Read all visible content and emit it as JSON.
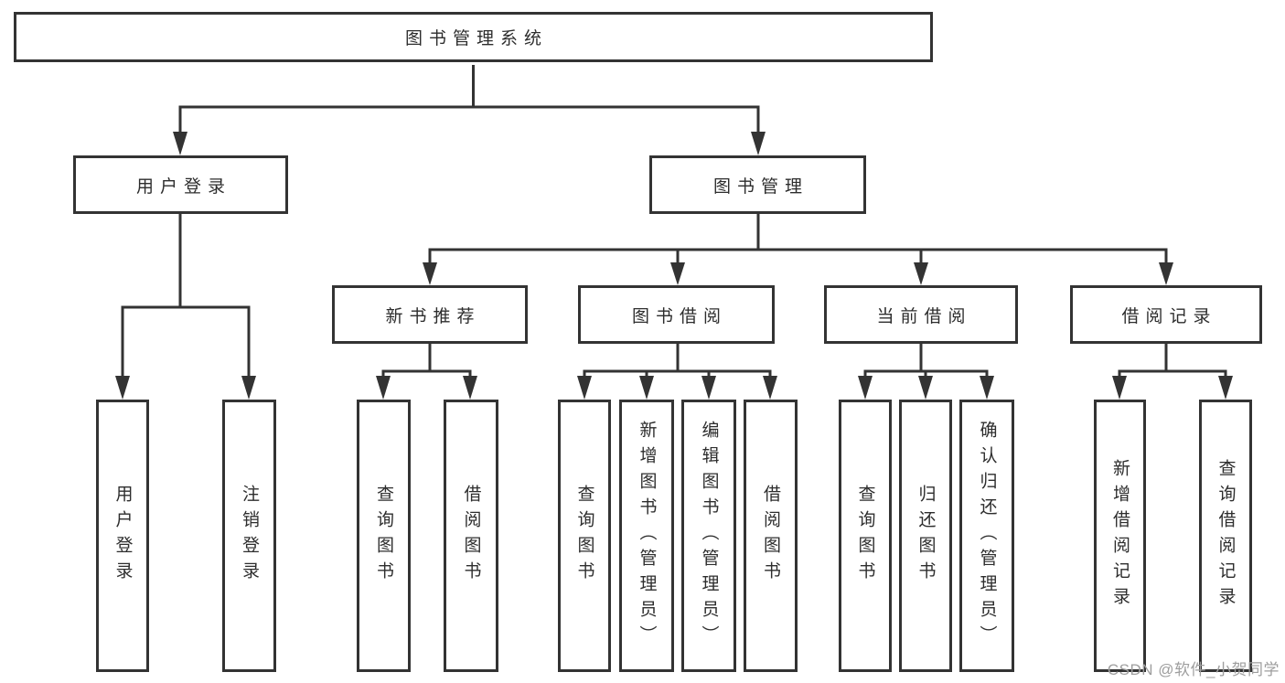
{
  "diagram": {
    "title": "图书管理系统",
    "colors": {
      "line": "#333333",
      "box_border": "#333333",
      "box_background": "#ffffff",
      "text": "#2d2d2d",
      "watermark": "#9e9e9e"
    },
    "nodes": {
      "root": "图书管理系统",
      "user_login": "用户登录",
      "book_mgmt": "图书管理",
      "new_book_rec": "新书推荐",
      "book_borrow": "图书借阅",
      "current_borrow": "当前借阅",
      "borrow_record": "借阅记录",
      "leaves": {
        "user_login": "用户登录",
        "logout": "注销登录",
        "query_book_rec": "查询图书",
        "borrow_book_rec": "借阅图书",
        "query_book_borrow": "查询图书",
        "add_book_admin": "新增图书（管理员）",
        "edit_book_admin": "编辑图书（管理员）",
        "borrow_book_borrow": "借阅图书",
        "query_book_current": "查询图书",
        "return_book": "归还图书",
        "confirm_return_admin": "确认归还（管理员）",
        "add_borrow_record": "新增借阅记录",
        "query_borrow_record": "查询借阅记录"
      }
    },
    "watermark": "CSDN @软件_小贺同学"
  }
}
